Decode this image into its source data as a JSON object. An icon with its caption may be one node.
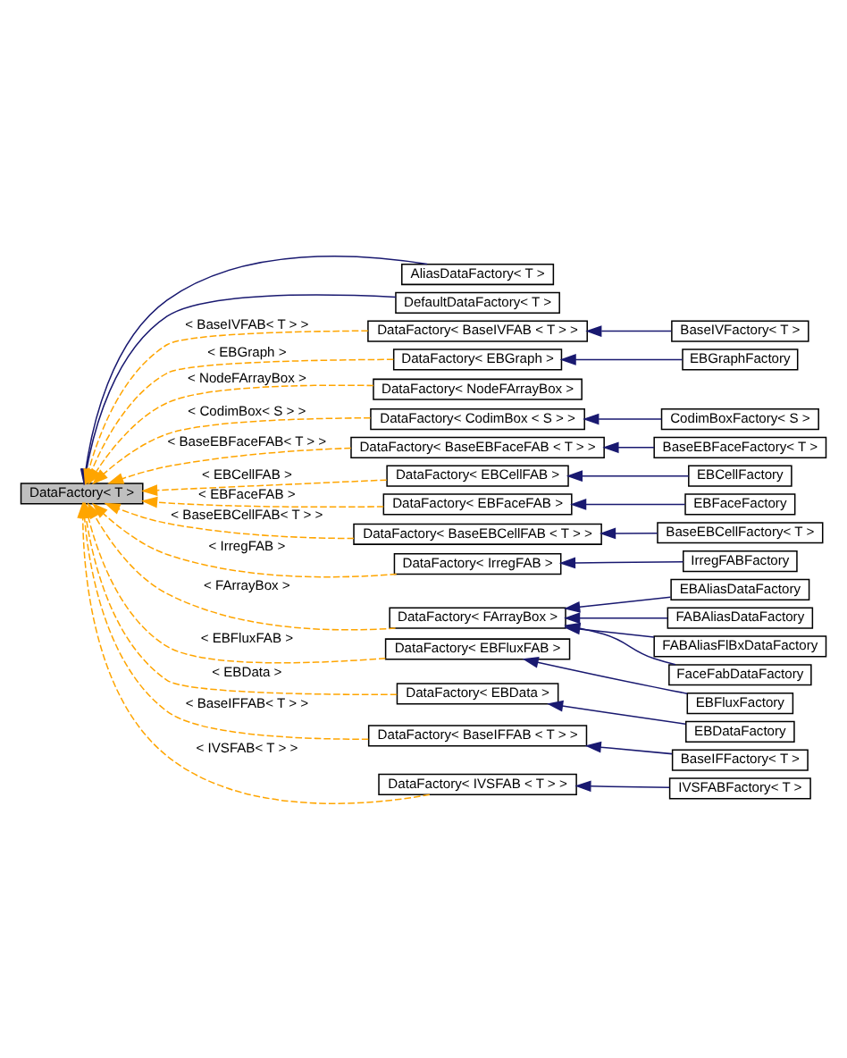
{
  "diagram": {
    "nodes": [
      {
        "text": [
          "DataFactory< T >"
        ]
      },
      {
        "text": [
          "AliasDataFactory< T >"
        ]
      },
      {
        "text": [
          "DefaultDataFactory< T >"
        ]
      },
      {
        "text": [
          "DataFactory< BaseIVFAB < T > >"
        ]
      },
      {
        "text": [
          "BaseIVFactory< T >"
        ]
      },
      {
        "text": [
          "DataFactory< EBGraph >"
        ]
      },
      {
        "text": [
          "EBGraphFactory"
        ]
      },
      {
        "text": [
          "DataFactory< NodeFArrayBox >"
        ]
      },
      {
        "text": [
          "DataFactory< CodimBox < S > >"
        ]
      },
      {
        "text": [
          "CodimBoxFactory< S >"
        ]
      },
      {
        "text": [
          "DataFactory< BaseEBFaceFAB < T > >"
        ]
      },
      {
        "text": [
          "BaseEBFaceFactory< T >"
        ]
      },
      {
        "text": [
          "DataFactory< EBCellFAB >"
        ]
      },
      {
        "text": [
          "EBCellFactory"
        ]
      },
      {
        "text": [
          "DataFactory< EBFaceFAB >"
        ]
      },
      {
        "text": [
          "EBFaceFactory"
        ]
      },
      {
        "text": [
          "DataFactory< BaseEBCellFAB < T > >"
        ]
      },
      {
        "text": [
          "BaseEBCellFactory< T >"
        ]
      },
      {
        "text": [
          "DataFactory< IrregFAB >"
        ]
      },
      {
        "text": [
          "IrregFABFactory"
        ]
      },
      {
        "text": [
          "DataFactory< FArrayBox >"
        ]
      },
      {
        "text": [
          "EBAliasDataFactory"
        ]
      },
      {
        "text": [
          "FABAliasDataFactory"
        ]
      },
      {
        "text": [
          "FABAliasFlBxDataFactory"
        ]
      },
      {
        "text": [
          "FaceFabDataFactory"
        ]
      },
      {
        "text": [
          "DataFactory< EBFluxFAB >"
        ]
      },
      {
        "text": [
          "EBFluxFactory"
        ]
      },
      {
        "text": [
          "DataFactory< EBData >"
        ]
      },
      {
        "text": [
          "EBDataFactory"
        ]
      },
      {
        "text": [
          "DataFactory< BaseIFFAB < T > >"
        ]
      },
      {
        "text": [
          "BaseIFFactory< T >"
        ]
      },
      {
        "text": [
          "DataFactory< IVSFAB < T > >"
        ]
      },
      {
        "text": [
          "IVSFABFactory< T >"
        ]
      }
    ],
    "edges": [
      {
        "from": 1,
        "to": 0,
        "arrow": "to"
      },
      {
        "from": 2,
        "to": 0,
        "arrow": "to"
      },
      {
        "from": 3,
        "to": 0,
        "arrow": "to",
        "label": "< BaseIVFAB< T > >",
        "style": "dashed",
        "color": "#ffa500"
      },
      {
        "from": 4,
        "to": 3,
        "arrow": "to"
      },
      {
        "from": 5,
        "to": 0,
        "arrow": "to",
        "label": "< EBGraph >",
        "style": "dashed",
        "color": "#ffa500"
      },
      {
        "from": 6,
        "to": 5,
        "arrow": "to"
      },
      {
        "from": 7,
        "to": 0,
        "arrow": "to",
        "label": "< NodeFArrayBox >",
        "style": "dashed",
        "color": "#ffa500"
      },
      {
        "from": 8,
        "to": 0,
        "arrow": "to",
        "label": "< CodimBox< S > >",
        "style": "dashed",
        "color": "#ffa500"
      },
      {
        "from": 9,
        "to": 8,
        "arrow": "to"
      },
      {
        "from": 10,
        "to": 0,
        "arrow": "to",
        "label": "< BaseEBFaceFAB< T > >",
        "style": "dashed",
        "color": "#ffa500"
      },
      {
        "from": 11,
        "to": 10,
        "arrow": "to"
      },
      {
        "from": 12,
        "to": 0,
        "arrow": "to",
        "label": "< EBCellFAB >",
        "style": "dashed",
        "color": "#ffa500"
      },
      {
        "from": 13,
        "to": 12,
        "arrow": "to"
      },
      {
        "from": 14,
        "to": 0,
        "arrow": "to",
        "label": "< EBFaceFAB >",
        "style": "dashed",
        "color": "#ffa500"
      },
      {
        "from": 15,
        "to": 14,
        "arrow": "to"
      },
      {
        "from": 16,
        "to": 0,
        "arrow": "to",
        "label": "< BaseEBCellFAB< T > >",
        "style": "dashed",
        "color": "#ffa500"
      },
      {
        "from": 17,
        "to": 16,
        "arrow": "to"
      },
      {
        "from": 18,
        "to": 0,
        "arrow": "to",
        "label": "< IrregFAB >",
        "style": "dashed",
        "color": "#ffa500"
      },
      {
        "from": 19,
        "to": 18,
        "arrow": "to"
      },
      {
        "from": 20,
        "to": 0,
        "arrow": "to",
        "label": "< FArrayBox >",
        "style": "dashed",
        "color": "#ffa500"
      },
      {
        "from": 21,
        "to": 20,
        "arrow": "to"
      },
      {
        "from": 22,
        "to": 20,
        "arrow": "to"
      },
      {
        "from": 23,
        "to": 20,
        "arrow": "to"
      },
      {
        "from": 24,
        "to": 20,
        "arrow": "to"
      },
      {
        "from": 25,
        "to": 0,
        "arrow": "to",
        "label": "< EBFluxFAB >",
        "style": "dashed",
        "color": "#ffa500"
      },
      {
        "from": 26,
        "to": 25,
        "arrow": "to"
      },
      {
        "from": 27,
        "to": 0,
        "arrow": "to",
        "label": "< EBData >",
        "style": "dashed",
        "color": "#ffa500"
      },
      {
        "from": 28,
        "to": 27,
        "arrow": "to"
      },
      {
        "from": 29,
        "to": 0,
        "arrow": "to",
        "label": "< BaseIFFAB< T > >",
        "style": "dashed",
        "color": "#ffa500"
      },
      {
        "from": 30,
        "to": 29,
        "arrow": "to"
      },
      {
        "from": 31,
        "to": 0,
        "arrow": "to",
        "label": "< IVSFAB< T > >",
        "style": "dashed",
        "color": "#ffa500"
      },
      {
        "from": 32,
        "to": 31,
        "arrow": "to"
      }
    ]
  }
}
